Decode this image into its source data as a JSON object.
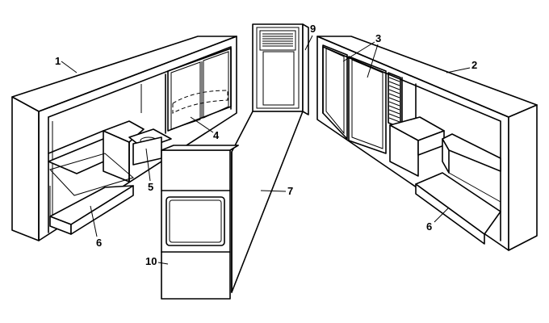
{
  "labels": {
    "l1": "1",
    "l2": "2",
    "l3": "3",
    "l4": "4",
    "l5": "5",
    "l6a": "6",
    "l6b": "6",
    "l7": "7",
    "l9": "9",
    "l10": "10"
  },
  "colors": {
    "line": "#000000",
    "background": "#ffffff"
  }
}
